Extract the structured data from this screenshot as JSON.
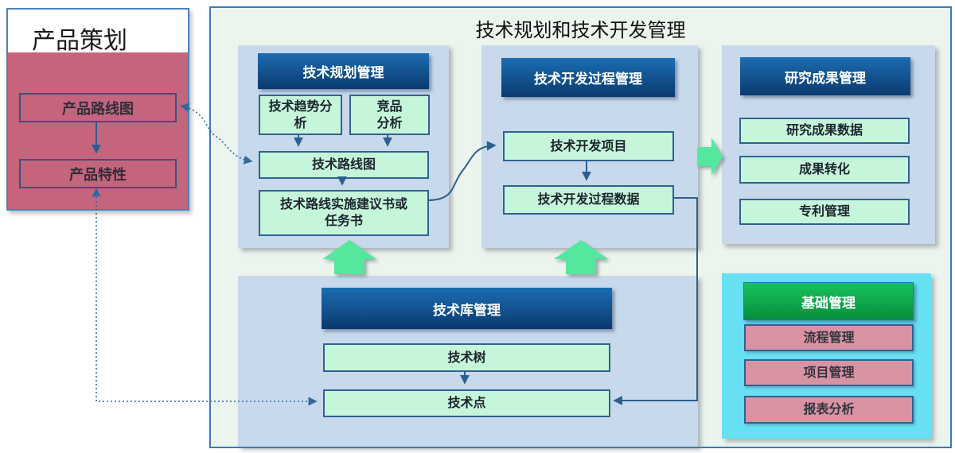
{
  "left_panel": {
    "title": "产品策划",
    "roadmap": "产品路线图",
    "feature": "产品特性"
  },
  "container": {
    "title": "技术规划和技术开发管理"
  },
  "planning": {
    "header": "技术规划管理",
    "trend": "技术趋势分\n析",
    "competitor": "竞品\n分析",
    "roadmap": "技术路线图",
    "proposal": "技术路线实施建议书或\n任务书"
  },
  "dev": {
    "header": "技术开发过程管理",
    "project": "技术开发项目",
    "process_data": "技术开发过程数据"
  },
  "research": {
    "header": "研究成果管理",
    "items": [
      "研究成果数据",
      "成果转化",
      "专利管理"
    ]
  },
  "library": {
    "header": "技术库管理",
    "tree": "技术树",
    "point": "技术点"
  },
  "basic": {
    "header": "基础管理",
    "items": [
      "流程管理",
      "项目管理",
      "报表分析"
    ]
  },
  "colors": {
    "panel_blue": "#c8d9ec",
    "header_blue_top": "#1b6db1",
    "header_blue_bottom": "#0a3a70",
    "node_mint": "#c5f6da",
    "node_border": "#2f6294",
    "pink_panel": "#c5647d",
    "pink_node": "#d893a3",
    "cyan_panel": "#68e0f4",
    "green_header": "#0cb14e",
    "green_arrow": "#55e79e",
    "connector_blue": "#2d5f8e",
    "outer_bg": "#ecf4ee",
    "outer_border": "#3b7ab6"
  }
}
